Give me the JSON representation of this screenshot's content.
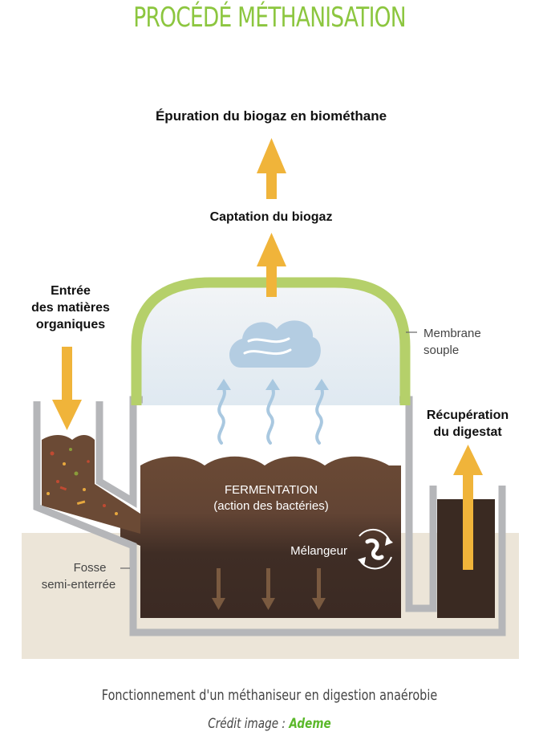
{
  "title": "PROCÉDÉ MÉTHANISATION",
  "labels": {
    "epuration": "Épuration du biogaz en biométhane",
    "captation": "Captation du biogaz",
    "entree": [
      "Entrée",
      "des matières",
      "organiques"
    ],
    "membrane": [
      "Membrane",
      "souple"
    ],
    "recuperation": [
      "Récupération",
      "du digestat"
    ],
    "fermentation": [
      "FERMENTATION",
      "(action des bactéries)"
    ],
    "melangeur": "Mélangeur",
    "fosse": [
      "Fosse",
      "semi-enterrée"
    ]
  },
  "caption": "Fonctionnement d'un méthaniseur en digestion anaérobie",
  "credit_prefix": "Crédit image : ",
  "credit_link": "Ademe",
  "colors": {
    "title": "#8cc63f",
    "arrow_orange": "#f0b43a",
    "membrane_green": "#b5d06a",
    "wall_grey": "#b5b6b9",
    "digestate": "#5a4130",
    "digestate_dark": "#3a2a22",
    "ground": "#ece5d8",
    "gas": "#e7eef3",
    "bubble": "#a9c8e0"
  }
}
